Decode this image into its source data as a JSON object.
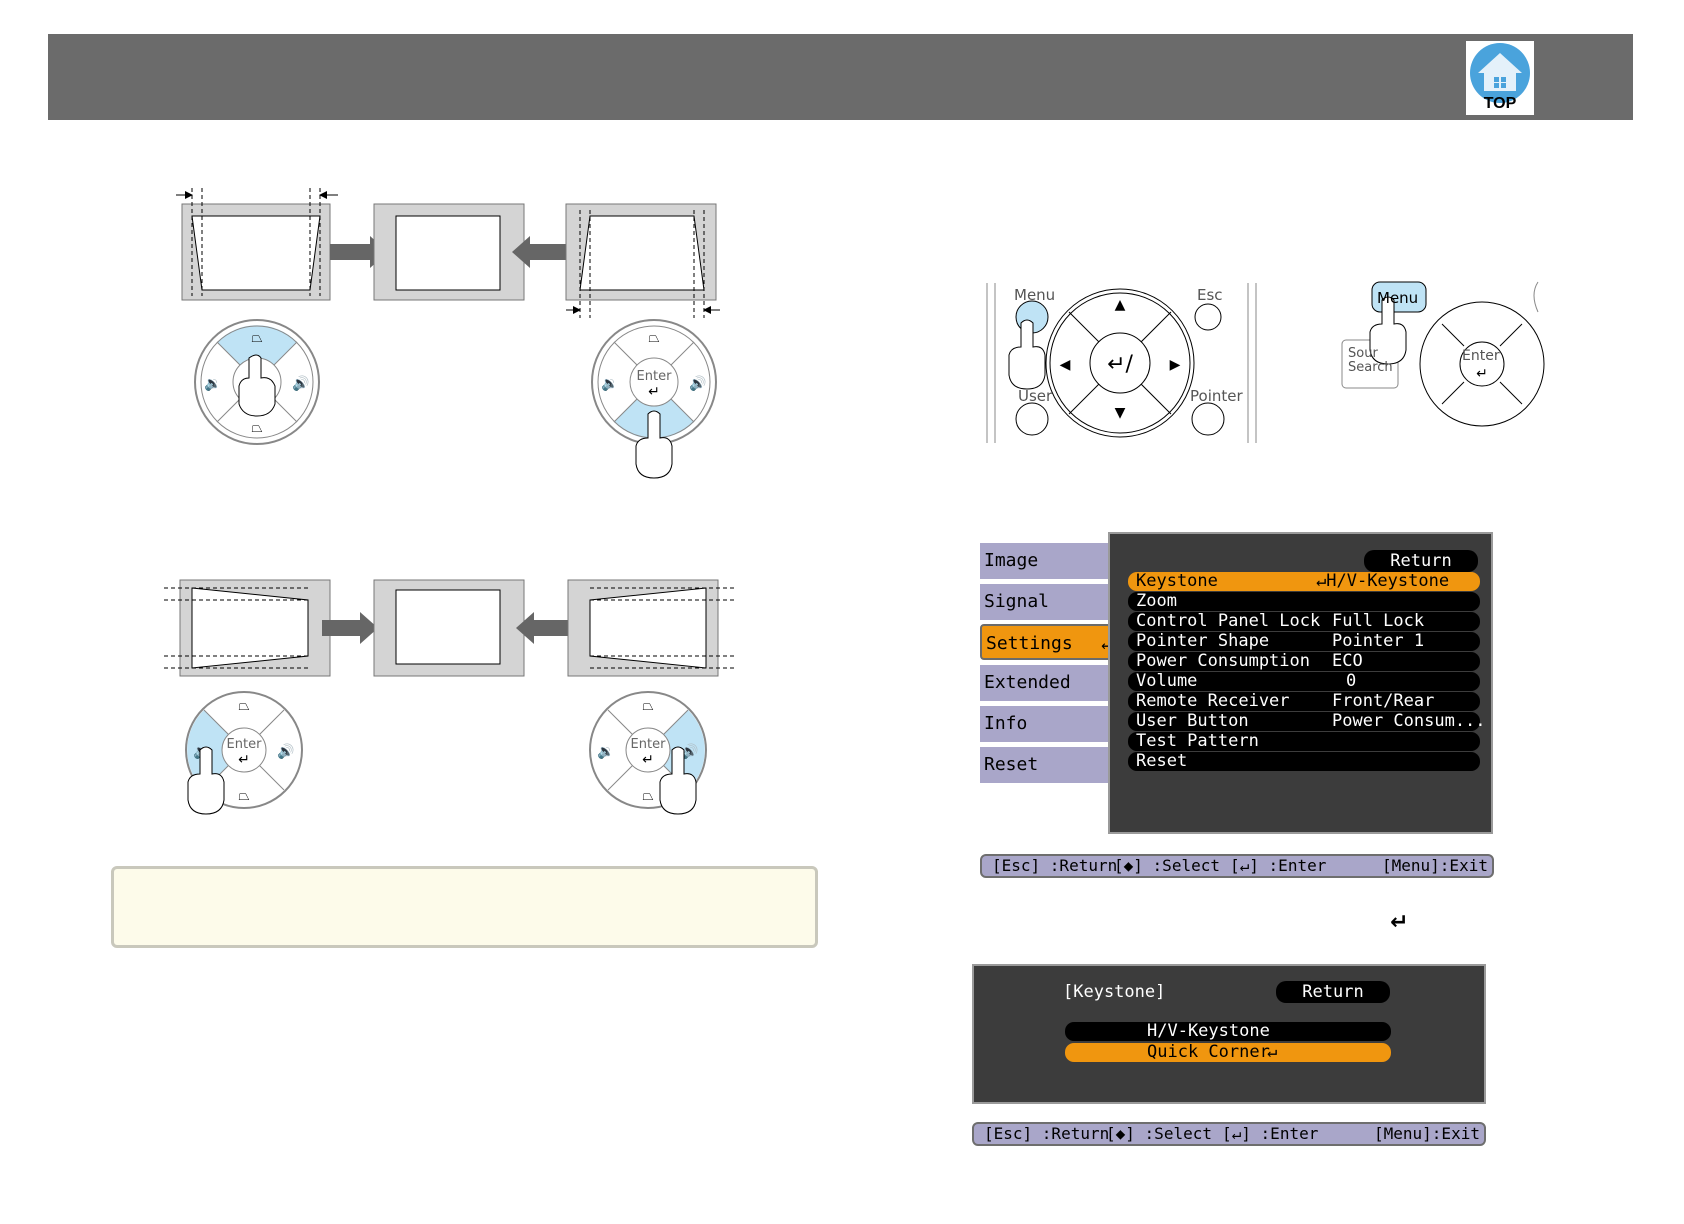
{
  "header": {
    "top_label": "TOP"
  },
  "remote": {
    "menu": "Menu",
    "esc": "Esc",
    "user": "User",
    "pointer": "Pointer"
  },
  "panel": {
    "menu": "Menu",
    "source_search": "Sour Search",
    "enter": "Enter"
  },
  "keypad": {
    "enter": "Enter"
  },
  "osd": {
    "tabs": [
      "Image",
      "Signal",
      "Settings",
      "Extended",
      "Info",
      "Reset"
    ],
    "return_label": "Return",
    "items": [
      {
        "label": "Keystone",
        "value": "H/V-Keystone"
      },
      {
        "label": "Zoom",
        "value": ""
      },
      {
        "label": "Control Panel Lock",
        "value": "Full Lock"
      },
      {
        "label": "Pointer Shape",
        "value": "Pointer 1"
      },
      {
        "label": "Power Consumption",
        "value": "ECO"
      },
      {
        "label": "Volume",
        "value": "0"
      },
      {
        "label": "Remote Receiver",
        "value": "Front/Rear"
      },
      {
        "label": "User Button",
        "value": "Power Consum..."
      },
      {
        "label": "Test Pattern",
        "value": ""
      },
      {
        "label": "Reset",
        "value": ""
      }
    ],
    "footer": {
      "esc": "[Esc] :Return",
      "select_l": "[",
      "select_r": "] :Select",
      "enter_l": "[",
      "enter_r": "] :Enter",
      "menu": "[Menu]:Exit"
    }
  },
  "keystone": {
    "title": "[Keystone]",
    "return_label": "Return",
    "options": [
      "H/V-Keystone",
      "Quick Corner"
    ]
  },
  "colors": {
    "accent": "#f0960f",
    "tab": "#a9a6c9",
    "highlight": "#bfe3f5",
    "bar": "#6b6b6b"
  }
}
